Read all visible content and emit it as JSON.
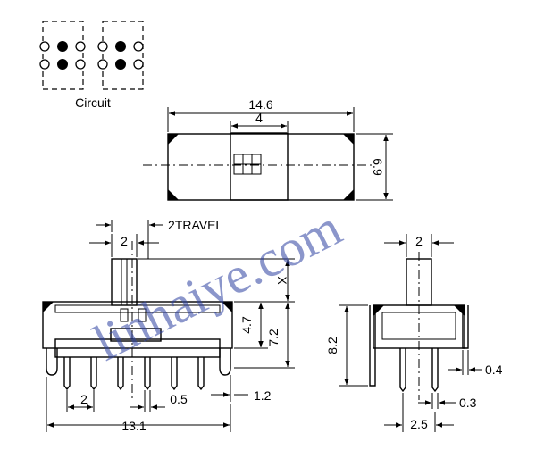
{
  "circuit": {
    "label": "Circuit"
  },
  "top_view": {
    "width_dim": "14.6",
    "knob_dim": "4",
    "height_dim": "6.9"
  },
  "front_view": {
    "knob_dim": "2",
    "travel_dim": "2TRAVEL",
    "x_dim": "X",
    "dim_4_7": "4.7",
    "dim_7_2": "7.2",
    "pitch_dim": "2",
    "pin_width_dim": "0.5",
    "pin_offset_dim": "1.2",
    "total_width_dim": "13.1"
  },
  "side_view": {
    "knob_dim": "2",
    "height_dim": "8.2",
    "thickness_dim": "0.4",
    "pin_dim": "0.3",
    "spacing_dim": "2.5"
  },
  "watermark": {
    "text": "linhaiye.com"
  }
}
